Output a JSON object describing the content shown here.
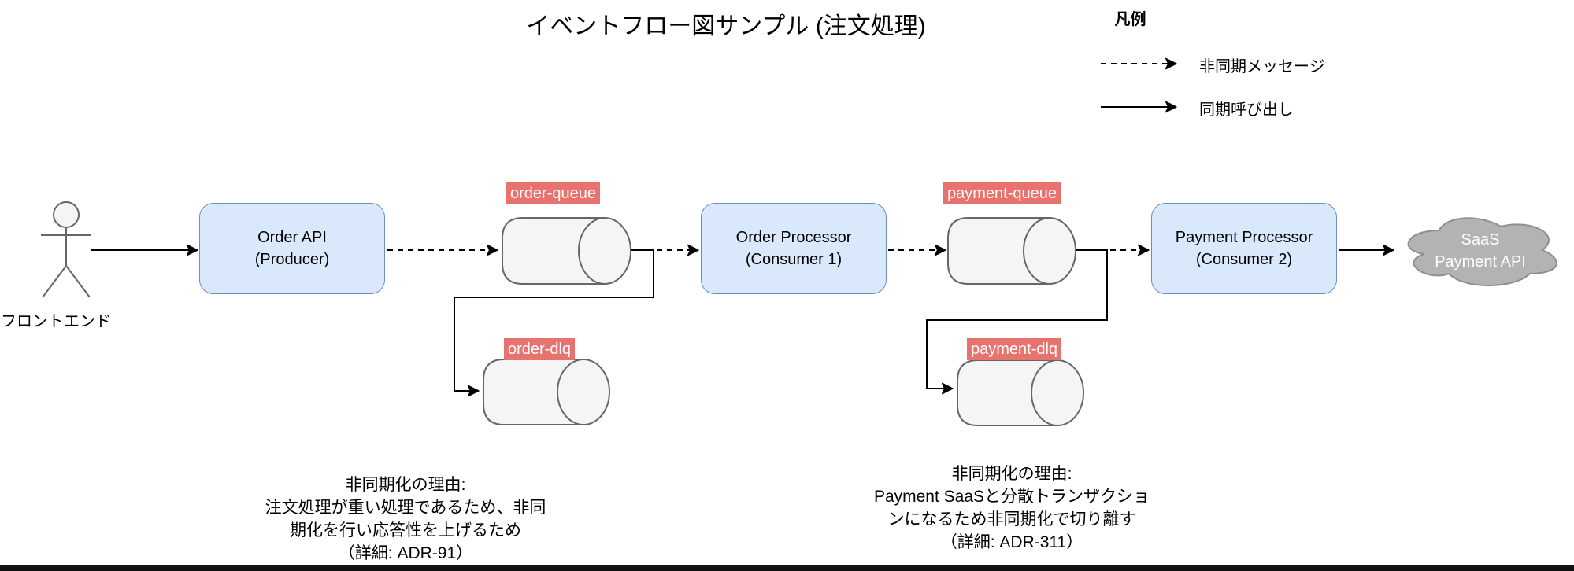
{
  "title": "イベントフロー図サンプル (注文処理)",
  "legend": {
    "title": "凡例",
    "items": [
      {
        "style": "dashed",
        "label": "非同期メッセージ"
      },
      {
        "style": "solid",
        "label": "同期呼び出し"
      }
    ]
  },
  "nodes": {
    "frontend": {
      "label": "フロントエンド"
    },
    "order_api": {
      "line1": "Order API",
      "line2": "(Producer)"
    },
    "order_processor": {
      "line1": "Order Processor",
      "line2": "(Consumer 1)"
    },
    "payment_processor": {
      "line1": "Payment Processor",
      "line2": "(Consumer 2)"
    },
    "saas_cloud": {
      "line1": "SaaS",
      "line2": "Payment API"
    }
  },
  "queues": {
    "order_queue": "order-queue",
    "order_dlq": "order-dlq",
    "payment_queue": "payment-queue",
    "payment_dlq": "payment-dlq"
  },
  "notes": {
    "left": [
      "非同期化の理由:",
      "注文処理が重い処理であるため、非同",
      "期化を行い応答性を上げるため",
      "（詳細: ADR-91）"
    ],
    "right": [
      "非同期化の理由:",
      "Payment SaaSと分散トランザクショ",
      "ンになるため非同期化で切り離す",
      "（詳細: ADR-311）"
    ]
  },
  "colors": {
    "box_fill": "#dae8fc",
    "box_border": "#6c8ebf",
    "queue_fill": "#f5f5f5",
    "queue_border": "#666666",
    "queue_label_bg": "#e8726d",
    "cloud_fill": "#b3b3b3",
    "cloud_border": "#8f8f8f",
    "arrow": "#000000"
  }
}
